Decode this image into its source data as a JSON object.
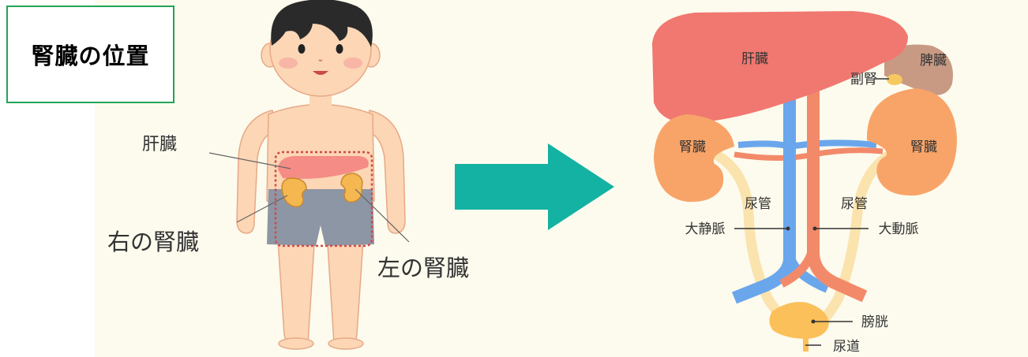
{
  "title": "腎臓の位置",
  "child_figure": {
    "labels": {
      "liver": "肝臓",
      "right_kidney": "右の腎臓",
      "left_kidney": "左の腎臓"
    }
  },
  "anatomy": {
    "labels": {
      "liver": "肝臓",
      "spleen": "脾臓",
      "adrenal": "副腎",
      "kidney_left": "腎臓",
      "kidney_right": "腎臓",
      "ureter_left": "尿管",
      "ureter_right": "尿管",
      "vena_cava": "大静脈",
      "aorta": "大動脈",
      "bladder": "膀胱",
      "urethra": "尿道"
    }
  },
  "colors": {
    "title_border": "#23a455",
    "background": "#fdfbee",
    "arrow": "#13b2a2",
    "liver": "#f07870",
    "kidney": "#f8a468",
    "ureter": "#fbe3ae",
    "vein": "#6aa6ec",
    "artery": "#f28a6a",
    "bladder": "#fbc05a",
    "spleen": "#c89a84",
    "skin": "#fcd6b5",
    "shorts": "#8d96a4",
    "hair": "#2a2a2a",
    "highlight_box": "#d04848"
  }
}
